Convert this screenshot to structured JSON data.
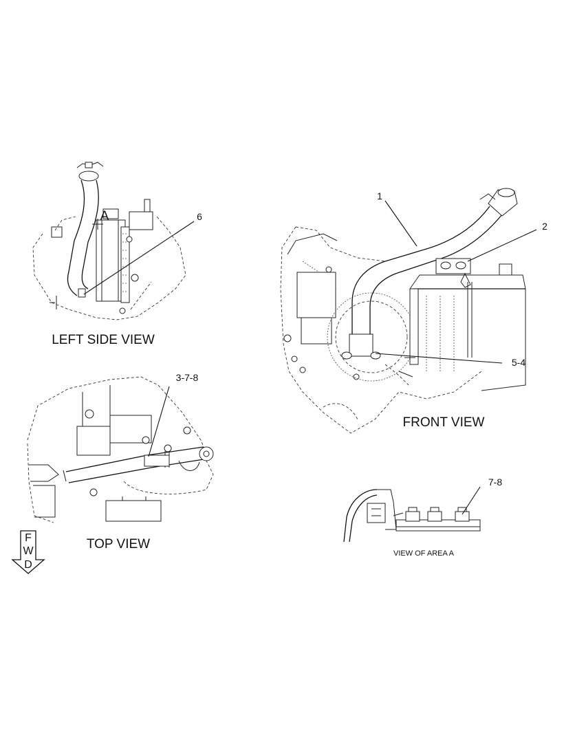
{
  "views": {
    "left_side": {
      "title": "LEFT SIDE VIEW",
      "area_label": "A",
      "callouts": [
        "6"
      ]
    },
    "top": {
      "title": "TOP VIEW",
      "callouts": [
        "3-7-8"
      ]
    },
    "front": {
      "title": "FRONT VIEW",
      "callouts": [
        "1",
        "2",
        "5-4"
      ]
    },
    "area_a": {
      "title": "VIEW OF AREA A",
      "callouts": [
        "7-8"
      ]
    }
  },
  "fwd_arrow": {
    "letters": [
      "F",
      "W",
      "D"
    ]
  }
}
